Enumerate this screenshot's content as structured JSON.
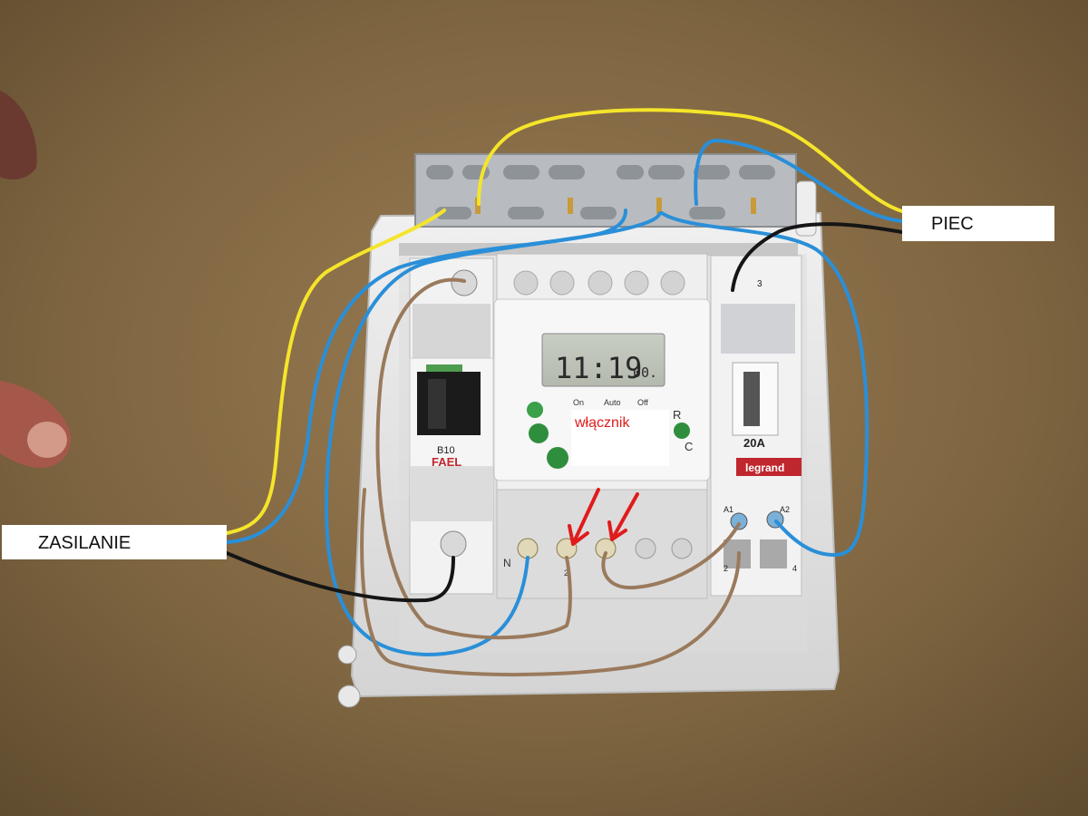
{
  "labels": {
    "piec": "PIEC",
    "zasilanie": "ZASILANIE",
    "wlacznik": "włącznik"
  },
  "timer": {
    "display": "11:19",
    "display_small": "00.",
    "mode_on": "On",
    "mode_auto": "Auto",
    "mode_off": "Off",
    "key_r": "R",
    "key_c": "C"
  },
  "breaker": {
    "rating": "B10",
    "brand": "FAEL"
  },
  "contactor": {
    "rating": "20A",
    "brand": "legrand",
    "terminal_a1": "A1",
    "terminal_a2": "A2",
    "terminal_3": "3",
    "terminal_2": "2",
    "terminal_4": "4"
  },
  "timer_terminals": {
    "n": "N",
    "two": "2"
  },
  "colors": {
    "floor": "#7d6440",
    "enclosure": "#e6e6e6",
    "wire_yellow": "#f5e52a",
    "wire_blue": "#2a8fd8",
    "wire_brown": "#9a7a5c",
    "wire_black": "#151515",
    "arrow_red": "#e01b1b"
  }
}
